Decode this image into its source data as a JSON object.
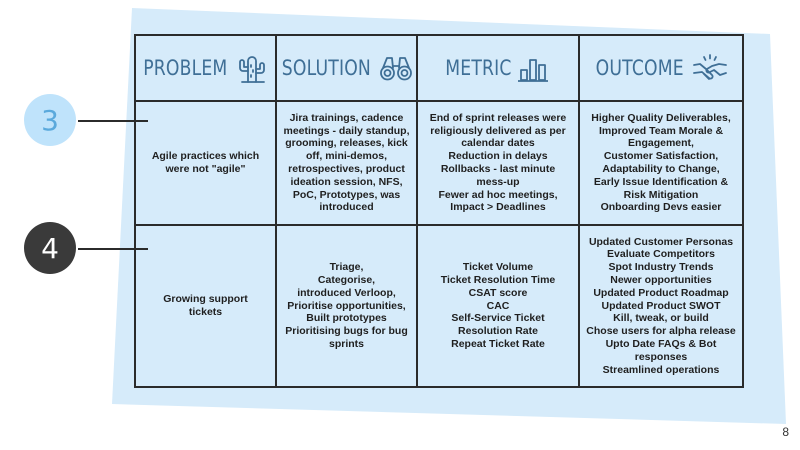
{
  "colors": {
    "background_shape": "#d6ebfa",
    "header_text": "#3f6f96",
    "badge_3_fill": "#bfe3fb",
    "badge_3_text": "#5aa9dc",
    "badge_4_fill": "#3a3a3a",
    "badge_4_text": "#ffffff",
    "border": "#2b2b2b"
  },
  "headers": {
    "problem": {
      "label": "PROBLEM",
      "icon": "cactus-icon"
    },
    "solution": {
      "label": "SOLUTION",
      "icon": "binoculars-icon"
    },
    "metric": {
      "label": "METRIC",
      "icon": "bar-chart-icon"
    },
    "outcome": {
      "label": "OUTCOME",
      "icon": "handshake-icon"
    }
  },
  "badges": {
    "row1": "3",
    "row2": "4"
  },
  "rows": [
    {
      "problem": [
        "Agile practices which",
        "were not \"agile\""
      ],
      "solution": [
        "Jira trainings, cadence",
        "meetings - daily standup,",
        "grooming, releases, kick",
        "off, mini-demos,",
        "retrospectives, product",
        "ideation session, NFS,",
        "PoC, Prototypes, was",
        "introduced"
      ],
      "metric": [
        "End of sprint releases were",
        "religiously delivered as per",
        "calendar dates",
        "Reduction in delays",
        "Rollbacks - last minute",
        "mess-up",
        "Fewer ad hoc meetings,",
        "Impact > Deadlines"
      ],
      "outcome": [
        "Higher Quality Deliverables,",
        "Improved Team Morale  &",
        "Engagement,",
        "Customer Satisfaction,",
        "Adaptability to Change,",
        "Early Issue Identification &",
        "Risk Mitigation",
        "Onboarding Devs easier"
      ]
    },
    {
      "problem": [
        "Growing support",
        "tickets"
      ],
      "solution": [
        "Triage,",
        "Categorise,",
        "introduced Verloop,",
        "Prioritise opportunities,",
        "Built prototypes",
        "Prioritising bugs for bug",
        "sprints"
      ],
      "metric": [
        "Ticket Volume",
        "Ticket Resolution Time",
        "CSAT score",
        "CAC",
        "Self-Service Ticket",
        "Resolution Rate",
        "Repeat Ticket Rate"
      ],
      "outcome": [
        "Updated Customer Personas",
        "Evaluate Competitors",
        "Spot Industry Trends",
        "Newer opportunities",
        "Updated Product Roadmap",
        "Updated  Product SWOT",
        "Kill, tweak, or build",
        "Chose users for alpha release",
        "Upto Date FAQs & Bot",
        "responses",
        "Streamlined operations"
      ]
    }
  ],
  "page_number": "8"
}
